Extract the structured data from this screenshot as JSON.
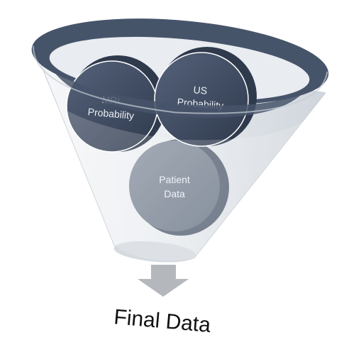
{
  "diagram": {
    "inputs": [
      {
        "id": "mri",
        "line1": "MRI",
        "line2": "Probability"
      },
      {
        "id": "us",
        "line1": "US",
        "line2": "Probability"
      },
      {
        "id": "patient",
        "line1": "Patient",
        "line2": "Data"
      }
    ],
    "output_label": "Final Data",
    "colors": {
      "funnel_rim": "#46546a",
      "funnel_body_light": "#f4f6f8",
      "funnel_body_dark": "#d4d9df",
      "ball_dark": "#3e4b61",
      "ball_mid": "#7d8797",
      "arrow": "#b4b7bb"
    }
  }
}
